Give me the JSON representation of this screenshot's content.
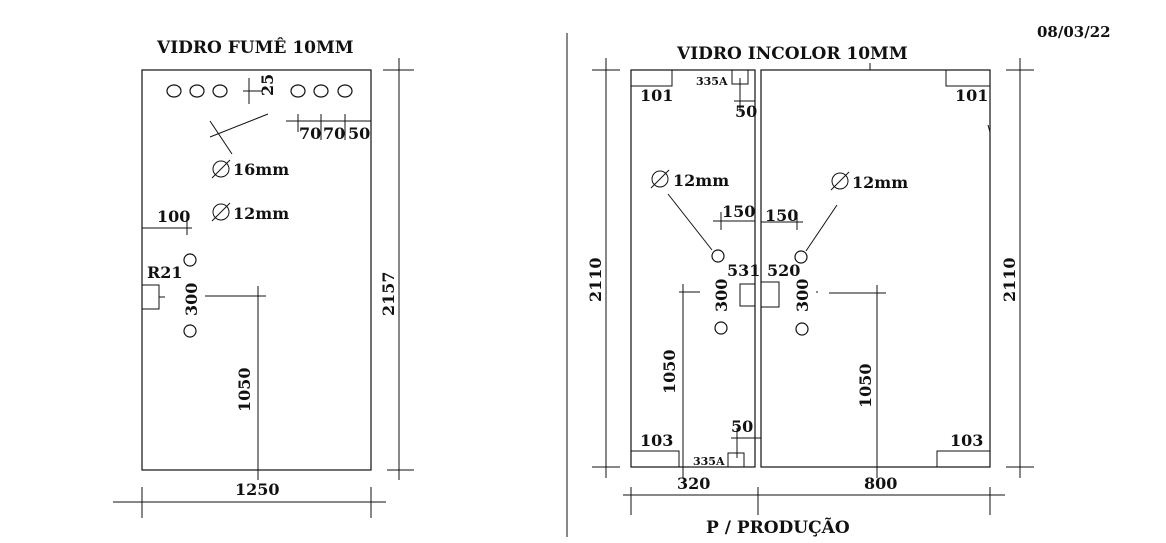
{
  "date": "08/03/22",
  "left_panel": {
    "title": "VIDRO FUMÊ 10MM",
    "dim_top_offset": "25",
    "dim_hole_spacing_a": "70",
    "dim_hole_spacing_b": "70",
    "dim_hole_edge": "50",
    "hole_large": "16mm",
    "hole_small": "12mm",
    "dim_side_offset": "100",
    "radius": "R21",
    "dim_handle_spacing": "300",
    "dim_handle_height": "1050",
    "height": "2157",
    "width": "1250"
  },
  "right_panel": {
    "title": "VIDRO INCOLOR 10MM",
    "left_leaf": {
      "fitting_top": "101",
      "hinge_top": "335A",
      "dim_hinge_top": "50",
      "hole": "12mm",
      "dim_hole_offset": "150",
      "lock": "531",
      "dim_handle_spacing": "300",
      "dim_handle_height": "1050",
      "fitting_bottom": "103",
      "hinge_bottom": "335A",
      "dim_hinge_bottom": "50",
      "height": "2110",
      "width": "320"
    },
    "right_leaf": {
      "fitting_top": "101",
      "hole": "12mm",
      "dim_hole_offset": "150",
      "lock": "520",
      "dim_handle_spacing": "300",
      "dim_handle_height": "1050",
      "fitting_bottom": "103",
      "height": "2110",
      "width": "800"
    }
  },
  "footer": "P / PRODUÇÃO"
}
